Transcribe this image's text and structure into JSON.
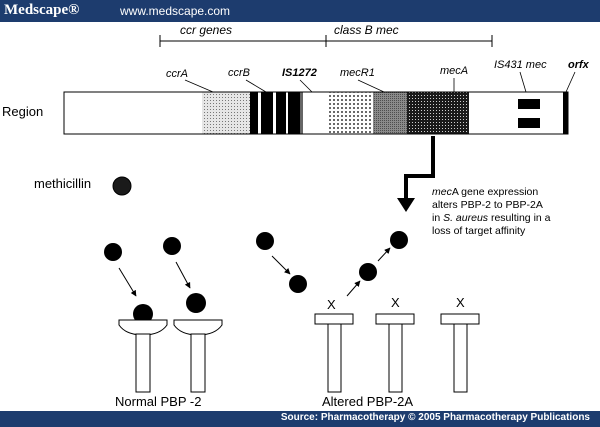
{
  "header": {
    "brand": "Medscape®",
    "url": "www.medscape.com"
  },
  "footer": {
    "source": "Source: Pharmacotherapy © 2005 Pharmacotherapy Publications"
  },
  "diagram": {
    "groups": {
      "ccr": "ccr genes",
      "classb": "class B mec"
    },
    "genes": {
      "ccrA": "ccrA",
      "ccrB": "ccrB",
      "is1272": "IS1272",
      "mecR1": "mecR1",
      "mecA": "mecA",
      "is431": "IS431 mec",
      "orfx": "orfx"
    },
    "region_label": "Region",
    "methicillin_label": "methicillin",
    "note": {
      "line1_gene": "mec",
      "line1_rest": "A gene expression",
      "line2": "alters PBP-2 to PBP-2A",
      "line3_pre": "in ",
      "line3_species": "S. aureus",
      "line3_post": " resulting in a",
      "line4": "loss of target affinity"
    },
    "block_mark": "X",
    "normal_label": "Normal PBP -2",
    "altered_label": "Altered PBP-2A"
  }
}
